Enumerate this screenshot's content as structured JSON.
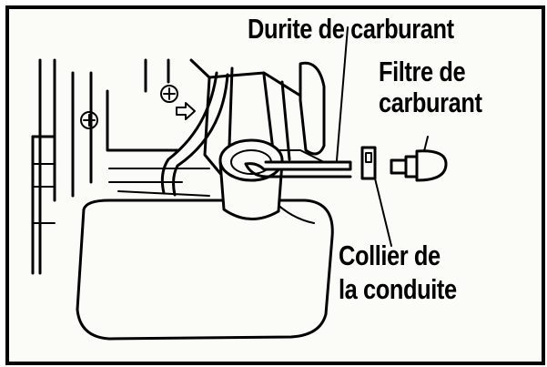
{
  "labels": {
    "fuel_line": "Durite de carburant",
    "fuel_filter_line1": "Filtre de",
    "fuel_filter_line2": "carburant",
    "line_clamp_line1": "Collier de",
    "line_clamp_line2": "la conduite"
  },
  "icons": {
    "screw": "phillips-screw-icon",
    "arrow": "direction-arrow-icon"
  },
  "colors": {
    "ink": "#000000",
    "paper": "#fbfbf8"
  }
}
